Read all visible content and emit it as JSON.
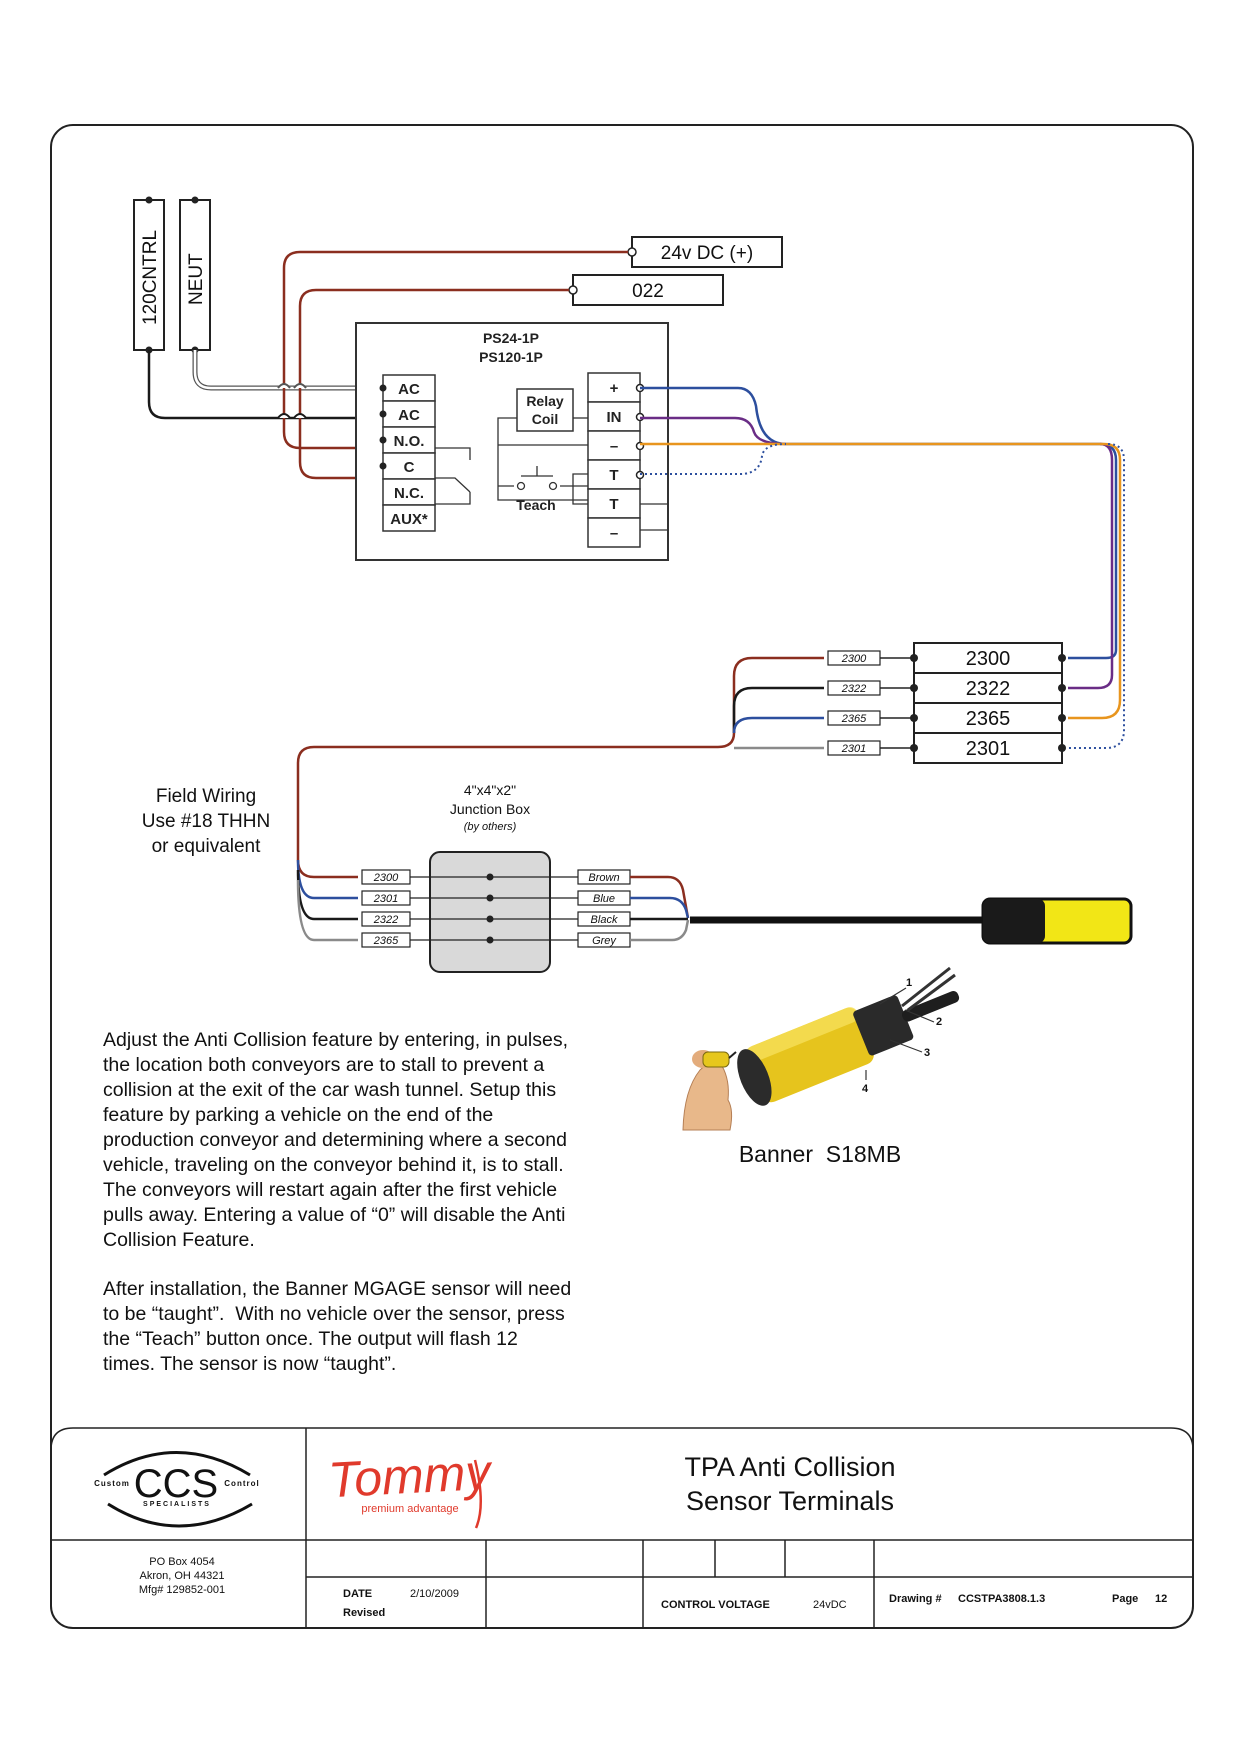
{
  "rails": {
    "left": "120CNTRL",
    "right": "NEUT"
  },
  "outputs": {
    "dc_plus": "24v DC (+)",
    "out_022": "022"
  },
  "power_supply": {
    "title_line1": "PS24-1P",
    "title_line2": "PS120-1P",
    "left_terminals": [
      "AC",
      "AC",
      "N.O.",
      "C",
      "N.C.",
      "AUX*"
    ],
    "right_terminals": [
      "+",
      "IN",
      "–",
      "T",
      "T",
      "–"
    ],
    "relay_label_1": "Relay",
    "relay_label_2": "Coil",
    "teach_label": "Teach"
  },
  "terminal_strip": {
    "small_labels": [
      "2300",
      "2322",
      "2365",
      "2301"
    ],
    "big_labels": [
      "2300",
      "2322",
      "2365",
      "2301"
    ]
  },
  "junction_box": {
    "line1": "4\"x4\"x2\"",
    "line2": "Junction Box",
    "line3": "(by others)",
    "in_labels": [
      "2300",
      "2301",
      "2322",
      "2365"
    ],
    "out_labels": [
      "Brown",
      "Blue",
      "Black",
      "Grey"
    ]
  },
  "field_wiring": {
    "line1": "Field Wiring",
    "line2": "Use #18 THHN",
    "line3": "or equivalent"
  },
  "sensor_callouts": [
    "1",
    "2",
    "3",
    "4"
  ],
  "sensor_caption": "Banner  S18MB",
  "paragraph1": "Adjust the Anti Collision feature by entering, in pulses,\nthe location both conveyors are to stall to prevent a\ncollision at the exit of the car wash tunnel. Setup this\nfeature by parking a vehicle on the end of the\nproduction conveyor and determining where a second\nvehicle, traveling on the conveyor behind it, is to stall.\nThe conveyors will restart again after the first vehicle\npulls away. Entering a value of “0” will disable the Anti\nCollision Feature.",
  "paragraph2": "After installation, the Banner MGAGE sensor will need\nto be “taught”.  With no vehicle over the sensor, press\nthe “Teach” button once. The output will flash 12\ntimes. The sensor is now “taught”.",
  "footer": {
    "ccs_main": "CCS",
    "ccs_left": "Custom",
    "ccs_right": "Control",
    "ccs_sub": "SPECIALISTS",
    "tommy_main": "Tommy",
    "tommy_sub": "premium advantage",
    "title_line1": "TPA Anti Collision",
    "title_line2": "Sensor Terminals",
    "address_line1": "PO Box 4054",
    "address_line2": "Akron, OH  44321",
    "address_line3": "Mfg# 129852-001",
    "date_label": "DATE",
    "date_value": "2/10/2009",
    "revised_label": "Revised",
    "control_voltage_label": "CONTROL VOLTAGE",
    "control_voltage_value": "24vDC",
    "drawing_label": "Drawing #",
    "drawing_value": "CCSTPA3808.1.3",
    "page_label": "Page",
    "page_value": "12"
  },
  "colors": {
    "brown": "#8b2e1f",
    "blue": "#2d4f9e",
    "purple": "#6a2d86",
    "orange": "#e8951e",
    "black": "#1a1a1a",
    "grey": "#8a8a8a",
    "yellow": "#f2e616"
  }
}
